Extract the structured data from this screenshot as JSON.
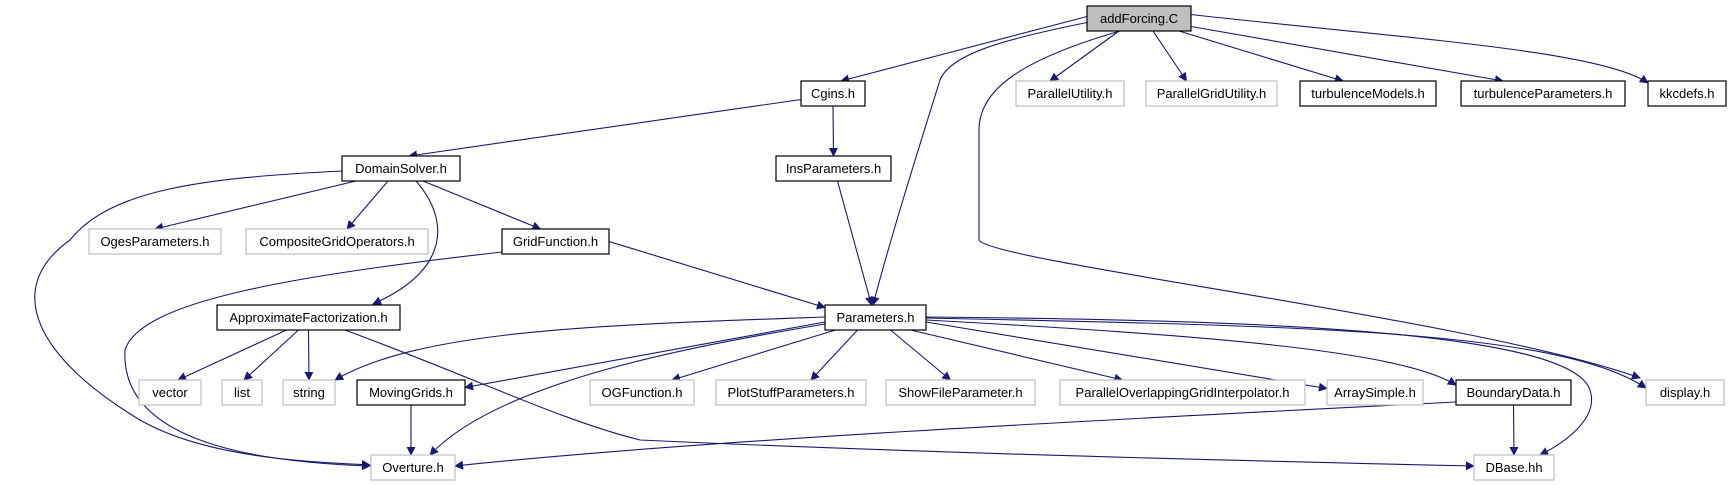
{
  "graph": {
    "colors": {
      "edge": "#191970",
      "root_fill": "#bfbfbf",
      "documented_border": "#000000",
      "undocumented_border": "#bfbfbf",
      "box_fill": "#ffffff"
    },
    "nodes": [
      {
        "id": "addForcing",
        "label": "addForcing.C",
        "kind": "root"
      },
      {
        "id": "Cgins",
        "label": "Cgins.h",
        "kind": "documented"
      },
      {
        "id": "ParallelUtility",
        "label": "ParallelUtility.h",
        "kind": "undocumented"
      },
      {
        "id": "ParallelGridUtility",
        "label": "ParallelGridUtility.h",
        "kind": "undocumented"
      },
      {
        "id": "turbulenceModels",
        "label": "turbulenceModels.h",
        "kind": "documented"
      },
      {
        "id": "turbulenceParameters",
        "label": "turbulenceParameters.h",
        "kind": "documented"
      },
      {
        "id": "kkcdefs",
        "label": "kkcdefs.h",
        "kind": "documented"
      },
      {
        "id": "DomainSolver",
        "label": "DomainSolver.h",
        "kind": "documented"
      },
      {
        "id": "InsParameters",
        "label": "InsParameters.h",
        "kind": "documented"
      },
      {
        "id": "OgesParameters",
        "label": "OgesParameters.h",
        "kind": "undocumented"
      },
      {
        "id": "CompositeGridOperators",
        "label": "CompositeGridOperators.h",
        "kind": "undocumented"
      },
      {
        "id": "GridFunction",
        "label": "GridFunction.h",
        "kind": "documented"
      },
      {
        "id": "ApproximateFactorization",
        "label": "ApproximateFactorization.h",
        "kind": "documented"
      },
      {
        "id": "Parameters",
        "label": "Parameters.h",
        "kind": "documented"
      },
      {
        "id": "vector",
        "label": "vector",
        "kind": "undocumented"
      },
      {
        "id": "list",
        "label": "list",
        "kind": "undocumented"
      },
      {
        "id": "string",
        "label": "string",
        "kind": "undocumented"
      },
      {
        "id": "MovingGrids",
        "label": "MovingGrids.h",
        "kind": "documented"
      },
      {
        "id": "OGFunction",
        "label": "OGFunction.h",
        "kind": "undocumented"
      },
      {
        "id": "PlotStuffParameters",
        "label": "PlotStuffParameters.h",
        "kind": "undocumented"
      },
      {
        "id": "ShowFileParameter",
        "label": "ShowFileParameter.h",
        "kind": "undocumented"
      },
      {
        "id": "ParallelOverlappingGridInterpolator",
        "label": "ParallelOverlappingGridInterpolator.h",
        "kind": "undocumented"
      },
      {
        "id": "ArraySimple",
        "label": "ArraySimple.h",
        "kind": "undocumented"
      },
      {
        "id": "BoundaryData",
        "label": "BoundaryData.h",
        "kind": "documented"
      },
      {
        "id": "display",
        "label": "display.h",
        "kind": "undocumented"
      },
      {
        "id": "Overture",
        "label": "Overture.h",
        "kind": "undocumented"
      },
      {
        "id": "DBase",
        "label": "DBase.hh",
        "kind": "undocumented"
      }
    ],
    "edges": [
      {
        "from": "addForcing",
        "to": "Cgins"
      },
      {
        "from": "addForcing",
        "to": "Parameters"
      },
      {
        "from": "addForcing",
        "to": "ParallelUtility"
      },
      {
        "from": "addForcing",
        "to": "ParallelGridUtility"
      },
      {
        "from": "addForcing",
        "to": "turbulenceModels"
      },
      {
        "from": "addForcing",
        "to": "turbulenceParameters"
      },
      {
        "from": "addForcing",
        "to": "kkcdefs"
      },
      {
        "from": "addForcing",
        "to": "display"
      },
      {
        "from": "Cgins",
        "to": "DomainSolver"
      },
      {
        "from": "Cgins",
        "to": "InsParameters"
      },
      {
        "from": "DomainSolver",
        "to": "Overture"
      },
      {
        "from": "DomainSolver",
        "to": "OgesParameters"
      },
      {
        "from": "DomainSolver",
        "to": "CompositeGridOperators"
      },
      {
        "from": "DomainSolver",
        "to": "GridFunction"
      },
      {
        "from": "DomainSolver",
        "to": "ApproximateFactorization"
      },
      {
        "from": "InsParameters",
        "to": "Parameters"
      },
      {
        "from": "GridFunction",
        "to": "Parameters"
      },
      {
        "from": "GridFunction",
        "to": "Overture"
      },
      {
        "from": "ApproximateFactorization",
        "to": "vector"
      },
      {
        "from": "ApproximateFactorization",
        "to": "list"
      },
      {
        "from": "ApproximateFactorization",
        "to": "string"
      },
      {
        "from": "ApproximateFactorization",
        "to": "DBase"
      },
      {
        "from": "Parameters",
        "to": "string"
      },
      {
        "from": "Parameters",
        "to": "MovingGrids"
      },
      {
        "from": "Parameters",
        "to": "Overture"
      },
      {
        "from": "Parameters",
        "to": "OGFunction"
      },
      {
        "from": "Parameters",
        "to": "PlotStuffParameters"
      },
      {
        "from": "Parameters",
        "to": "ShowFileParameter"
      },
      {
        "from": "Parameters",
        "to": "ParallelOverlappingGridInterpolator"
      },
      {
        "from": "Parameters",
        "to": "ArraySimple"
      },
      {
        "from": "Parameters",
        "to": "BoundaryData"
      },
      {
        "from": "Parameters",
        "to": "display"
      },
      {
        "from": "Parameters",
        "to": "DBase"
      },
      {
        "from": "MovingGrids",
        "to": "Overture"
      },
      {
        "from": "BoundaryData",
        "to": "Overture"
      },
      {
        "from": "BoundaryData",
        "to": "DBase"
      }
    ]
  }
}
